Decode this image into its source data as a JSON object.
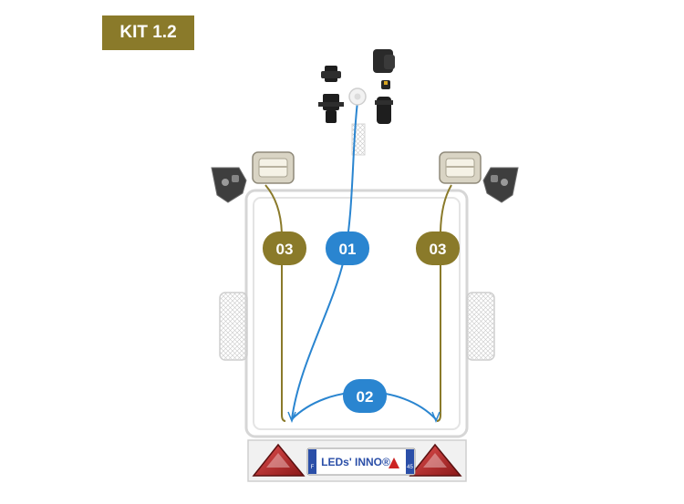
{
  "kit_label": "KIT 1.2",
  "colors": {
    "kit_badge": "#8a7a2a",
    "olive_cable": "#8a7a2a",
    "blue_cable": "#2a85d0",
    "frame": "#d4d4d4"
  },
  "cables": {
    "left_03": "03",
    "right_03": "03",
    "center_01": "01",
    "bottom_02": "02"
  },
  "plate": {
    "brand_text": "LEDs' INNO®",
    "left_letter": "F",
    "right_number": "45"
  },
  "icons": [
    "plug-connector-icon",
    "socket-adapter-icon",
    "cable-gland-icon",
    "light-housing-icon",
    "mounting-bracket-icon",
    "reflector-icon",
    "warning-triangle-icon",
    "tail-light-icon"
  ]
}
